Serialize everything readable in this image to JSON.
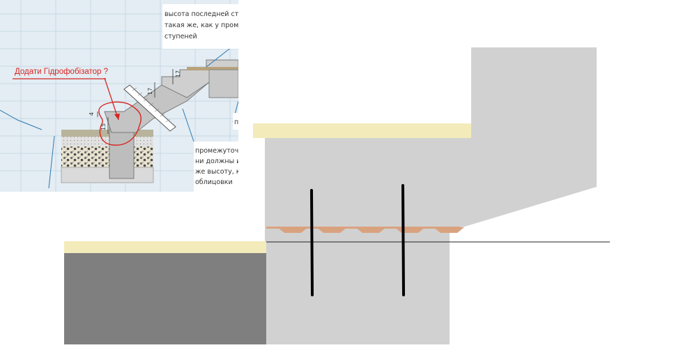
{
  "inset": {
    "note_top": {
      "lines": [
        "высота последней ступ",
        "такая же, как у промеж",
        "ступеней"
      ]
    },
    "note_bottom": {
      "lines": [
        "промежуточн",
        "ни должны им",
        "же высоту, как",
        "облицовки"
      ]
    },
    "red_note": "Додати Гідрофобізатор ?",
    "dims": {
      "step_a": "17",
      "step_b": "17",
      "small_a": "4",
      "small_b": "15"
    },
    "stub_label": "п"
  },
  "colors": {
    "concrete": "#d1d1d1",
    "cap": "#f3ebba",
    "dark_block": "#7f7f7f",
    "rebar": "#000000",
    "waterstop": "#d9a27f",
    "annotation_red": "#d62420"
  },
  "drawing": {
    "rebars": 2,
    "waterstop_teeth": 5
  }
}
